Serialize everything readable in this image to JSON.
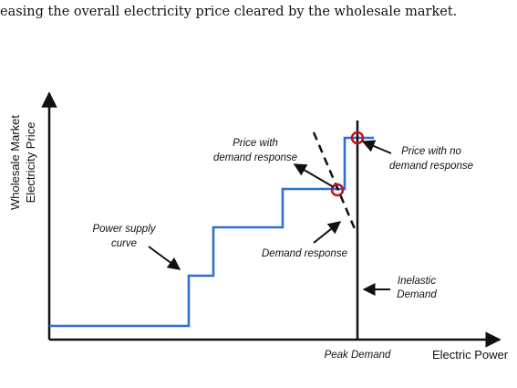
{
  "document": {
    "top_text": "easing the overall electricity price cleared by the wholesale market."
  },
  "diagram": {
    "y_axis_label_line1": "Wholesale Market",
    "y_axis_label_line2": "Electricity Price",
    "x_axis_label": "Electric Power",
    "peak_demand_label": "Peak Demand",
    "power_supply_line1": "Power supply",
    "power_supply_line2": "curve",
    "price_with_dr_line1": "Price with",
    "price_with_dr_line2": "demand response",
    "price_no_dr_line1": "Price with no",
    "price_no_dr_line2": "demand response",
    "demand_response_label": "Demand response",
    "inelastic_line1": "Inelastic",
    "inelastic_line2": "Demand",
    "colors": {
      "supply_curve": "#2f6fd0",
      "marker": "#c0141c",
      "ink": "#111111"
    }
  }
}
